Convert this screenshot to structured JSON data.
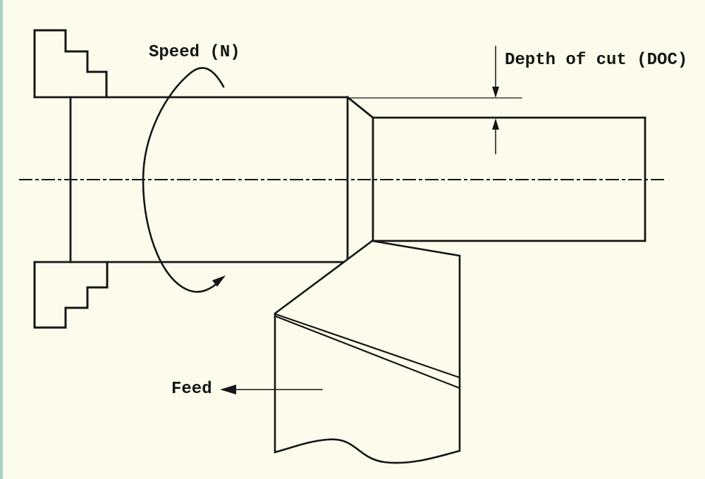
{
  "diagram": {
    "type": "lathe-turning-operation-schematic",
    "labels": {
      "speed": "Speed (N)",
      "depth_of_cut": "Depth of cut (DOC)",
      "feed": "Feed"
    },
    "annotations": [
      {
        "label": "Speed (N)",
        "indicator": "curved-rotation-arrow-around-workpiece"
      },
      {
        "label": "Depth of cut (DOC)",
        "indicator": "opposing-vertical-dimension-arrows"
      },
      {
        "label": "Feed",
        "indicator": "horizontal-arrow-pointing-left"
      }
    ],
    "colors": {
      "background": "#FCFCEC",
      "line": "#151515",
      "accent_strip": "#A9D2C6"
    }
  }
}
